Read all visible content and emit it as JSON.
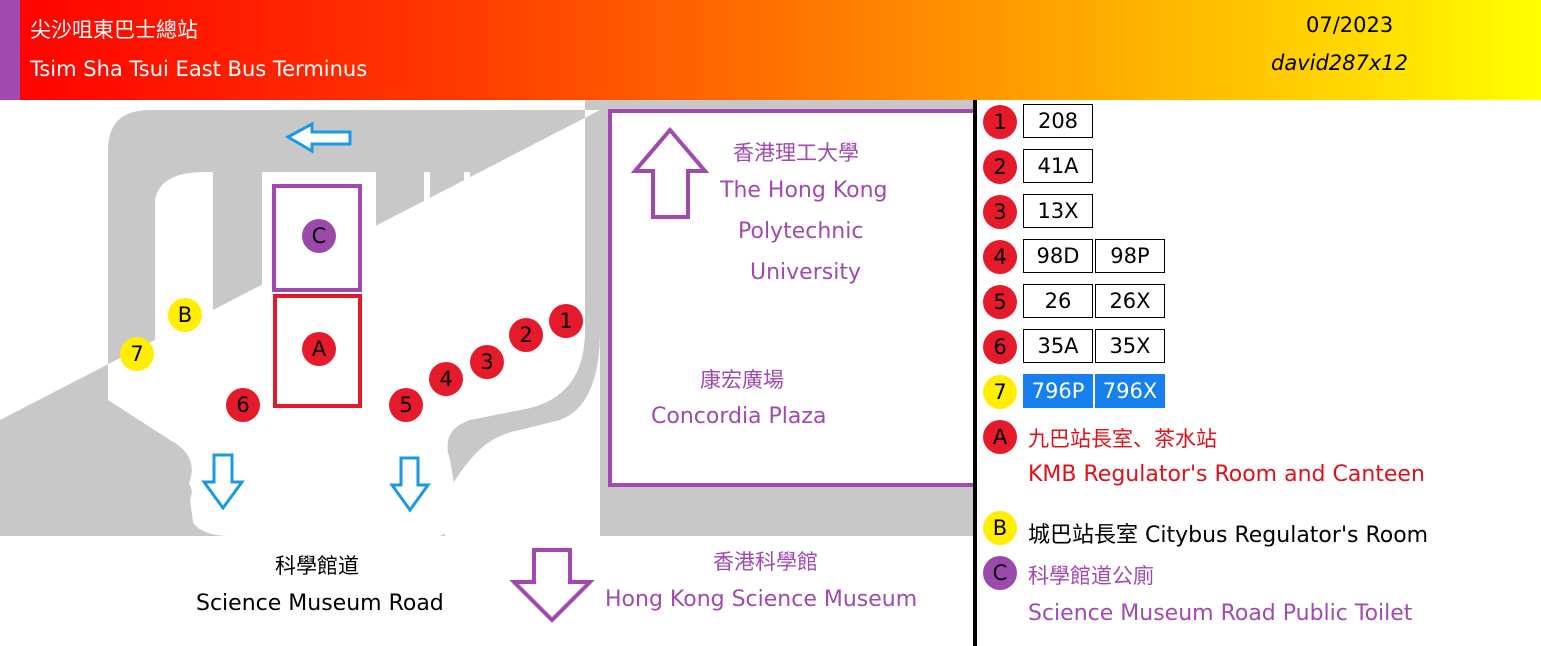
{
  "header": {
    "title_zh": "尖沙咀東巴士總站",
    "title_en": "Tsim Sha Tsui East Bus Terminus",
    "date": "07/2023",
    "author": "david287x12"
  },
  "colors": {
    "road": "#c8c8c8",
    "stop_red": "#e51a2b",
    "stop_yellow": "#ffee00",
    "facility_purple": "#9b4aac",
    "text_purple": "#a04ab0",
    "arrow_blue": "#1a9ae0",
    "highlight_blue": "#1580ee"
  },
  "map": {
    "road_name_zh": "科學館道",
    "road_name_en": "Science Museum Road",
    "polyu_zh": "香港理工大學",
    "polyu_en_1": "The Hong Kong",
    "polyu_en_2": "Polytechnic",
    "polyu_en_3": "University",
    "concordia_zh": "康宏廣場",
    "concordia_en": "Concordia Plaza",
    "museum_zh": "香港科學館",
    "museum_en": "Hong Kong Science Museum",
    "stops": [
      "1",
      "2",
      "3",
      "4",
      "5",
      "6",
      "7"
    ],
    "facilities": [
      "A",
      "B",
      "C"
    ]
  },
  "legend": {
    "routes": [
      {
        "stop": "1",
        "routes": [
          "208"
        ]
      },
      {
        "stop": "2",
        "routes": [
          "41A"
        ]
      },
      {
        "stop": "3",
        "routes": [
          "13X"
        ]
      },
      {
        "stop": "4",
        "routes": [
          "98D",
          "98P"
        ]
      },
      {
        "stop": "5",
        "routes": [
          "26",
          "26X"
        ]
      },
      {
        "stop": "6",
        "routes": [
          "35A",
          "35X"
        ]
      },
      {
        "stop": "7",
        "routes": [
          "796P",
          "796X"
        ]
      }
    ],
    "facility_a_zh": "九巴站長室、茶水站",
    "facility_a_en": "KMB Regulator's Room and Canteen",
    "facility_b": "城巴站長室 Citybus Regulator's Room",
    "facility_c_zh": "科學館道公廁",
    "facility_c_en": "Science Museum Road Public Toilet"
  }
}
